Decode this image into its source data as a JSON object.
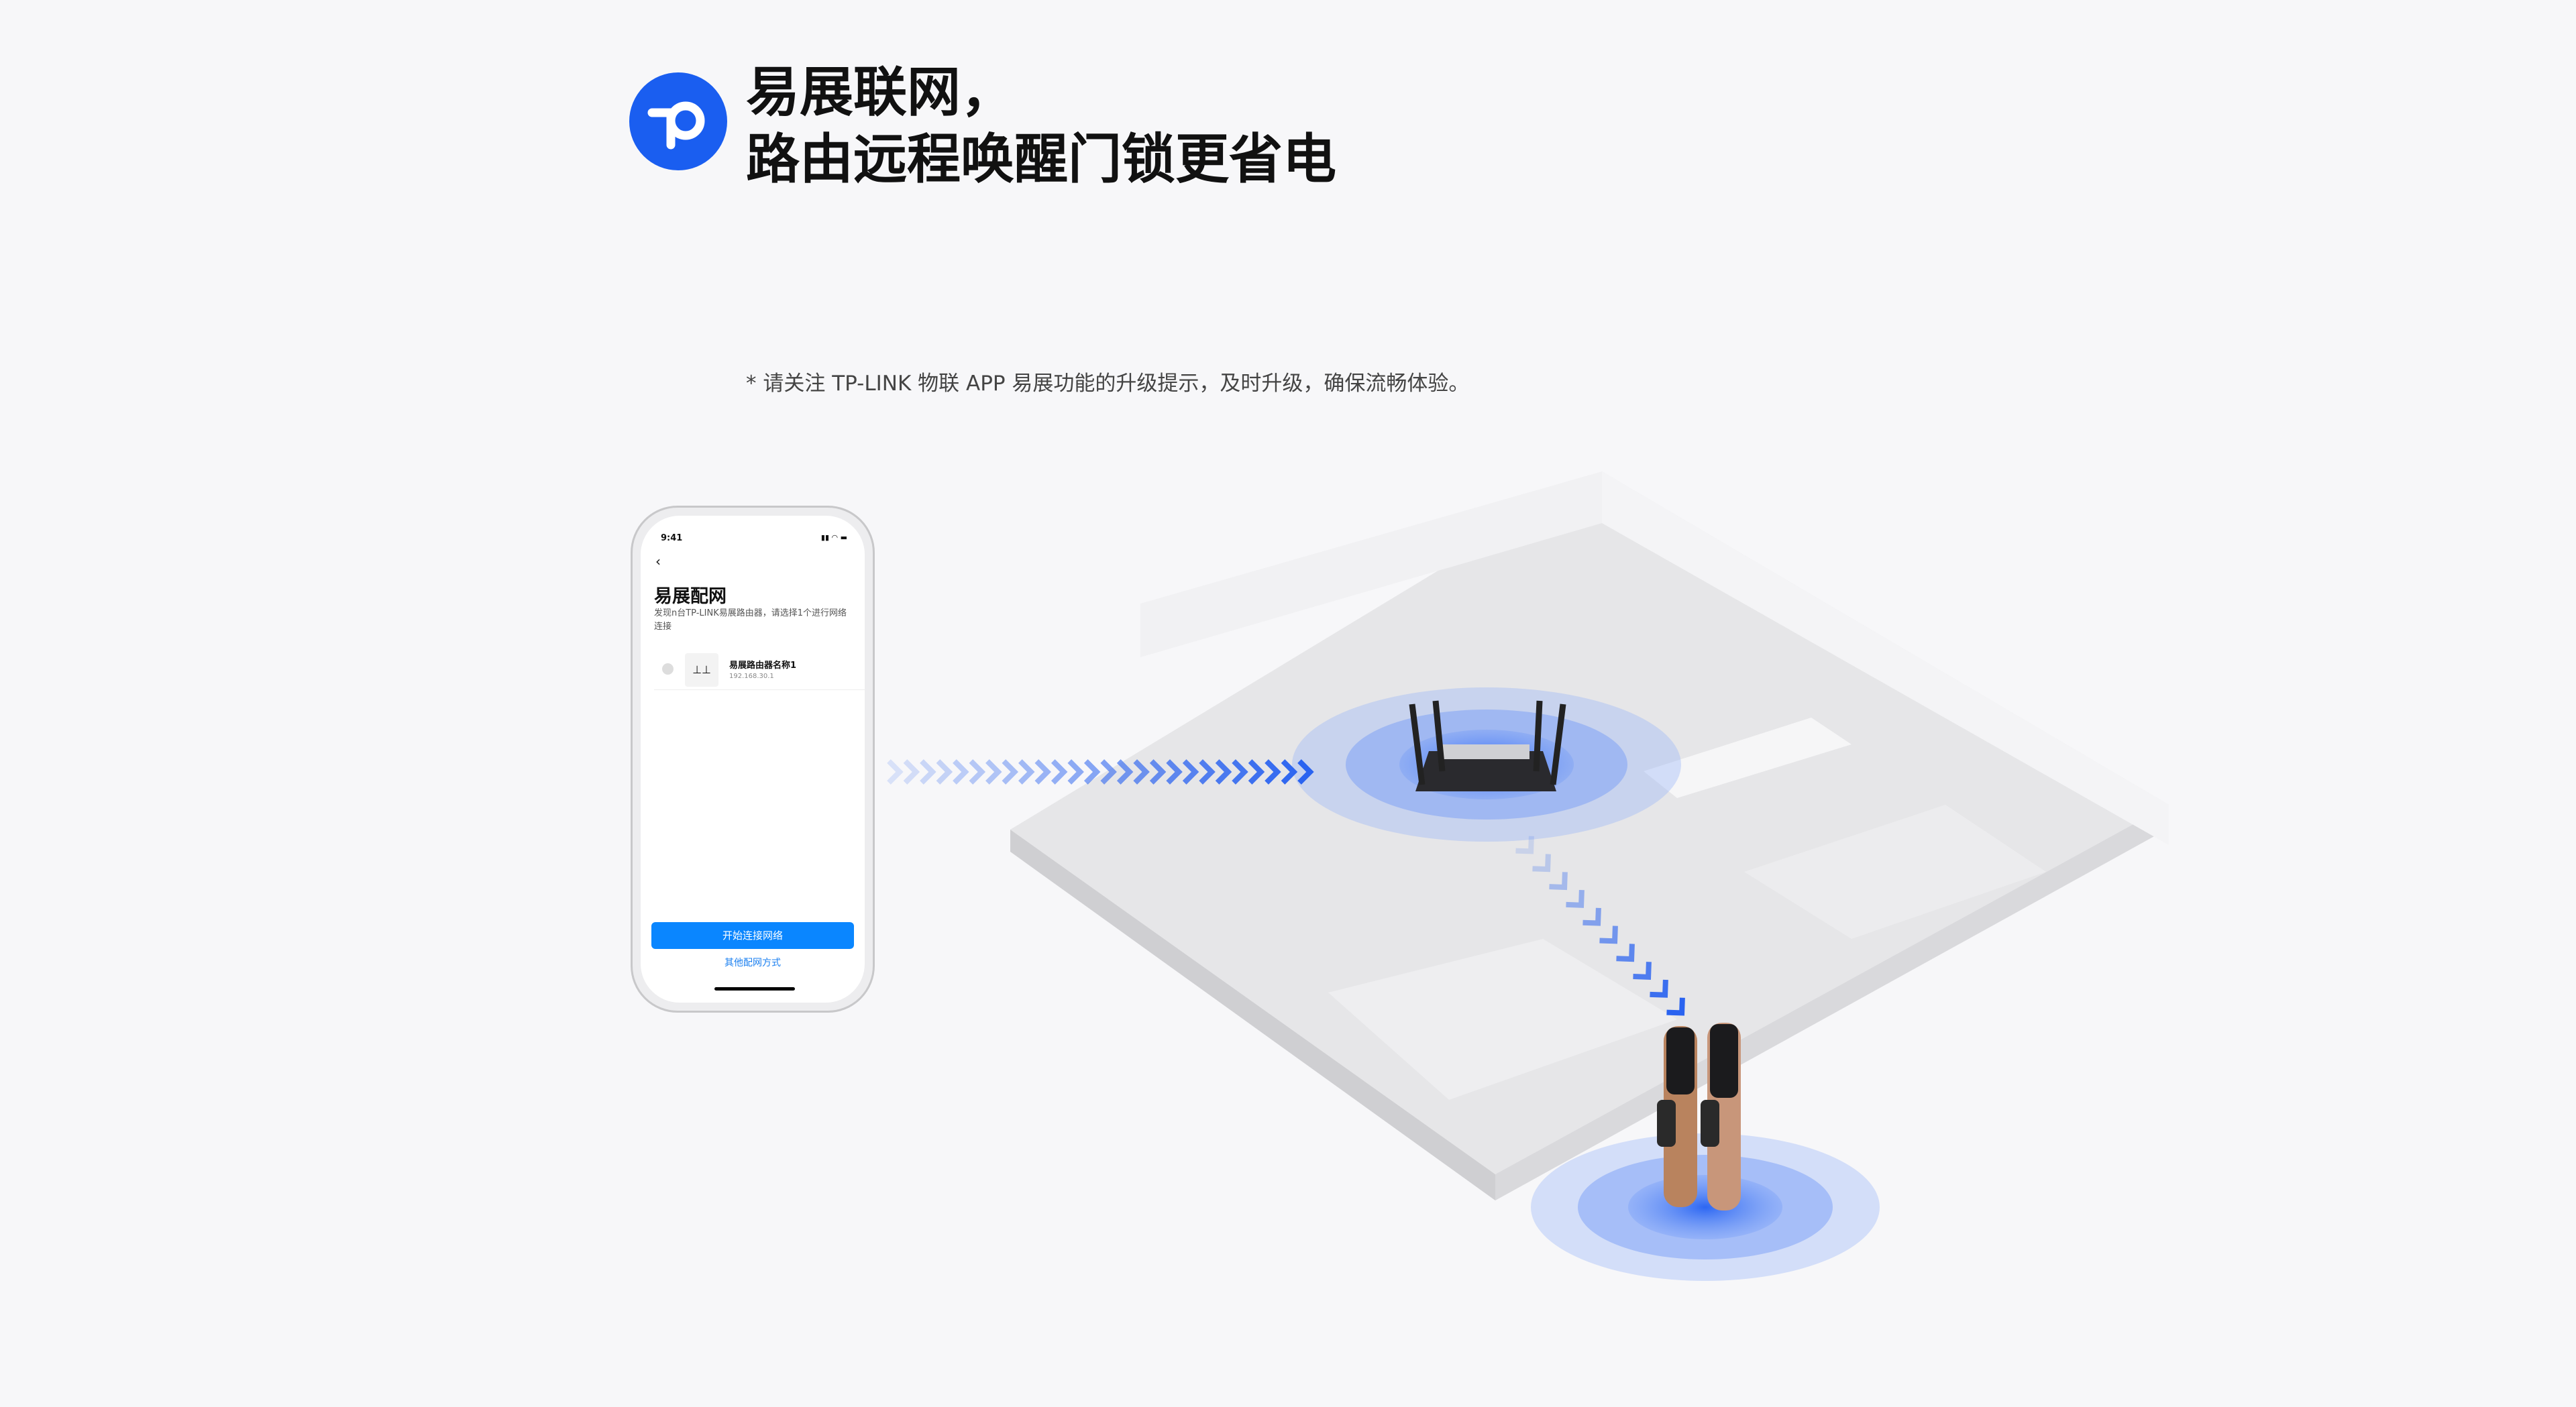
{
  "header": {
    "line1": "易展联网，",
    "line2": "路由远程唤醒门锁更省电"
  },
  "note": "* 请关注 TP-LINK 物联 APP 易展功能的升级提示，及时升级，确保流畅体验。",
  "phone": {
    "time": "9:41",
    "back_icon": "chevron-left-icon",
    "title": "易展配网",
    "subtitle": "发现n台TP-LINK易展路由器，请选择1个进行网络连接",
    "device": {
      "name": "易展路由器名称1",
      "ip": "192.168.30.1"
    },
    "primary_button": "开始连接网络",
    "secondary_link": "其他配网方式"
  },
  "colors": {
    "brand": "#1a5ef0",
    "button": "#0a86ff",
    "signal": "#2a63f0"
  }
}
